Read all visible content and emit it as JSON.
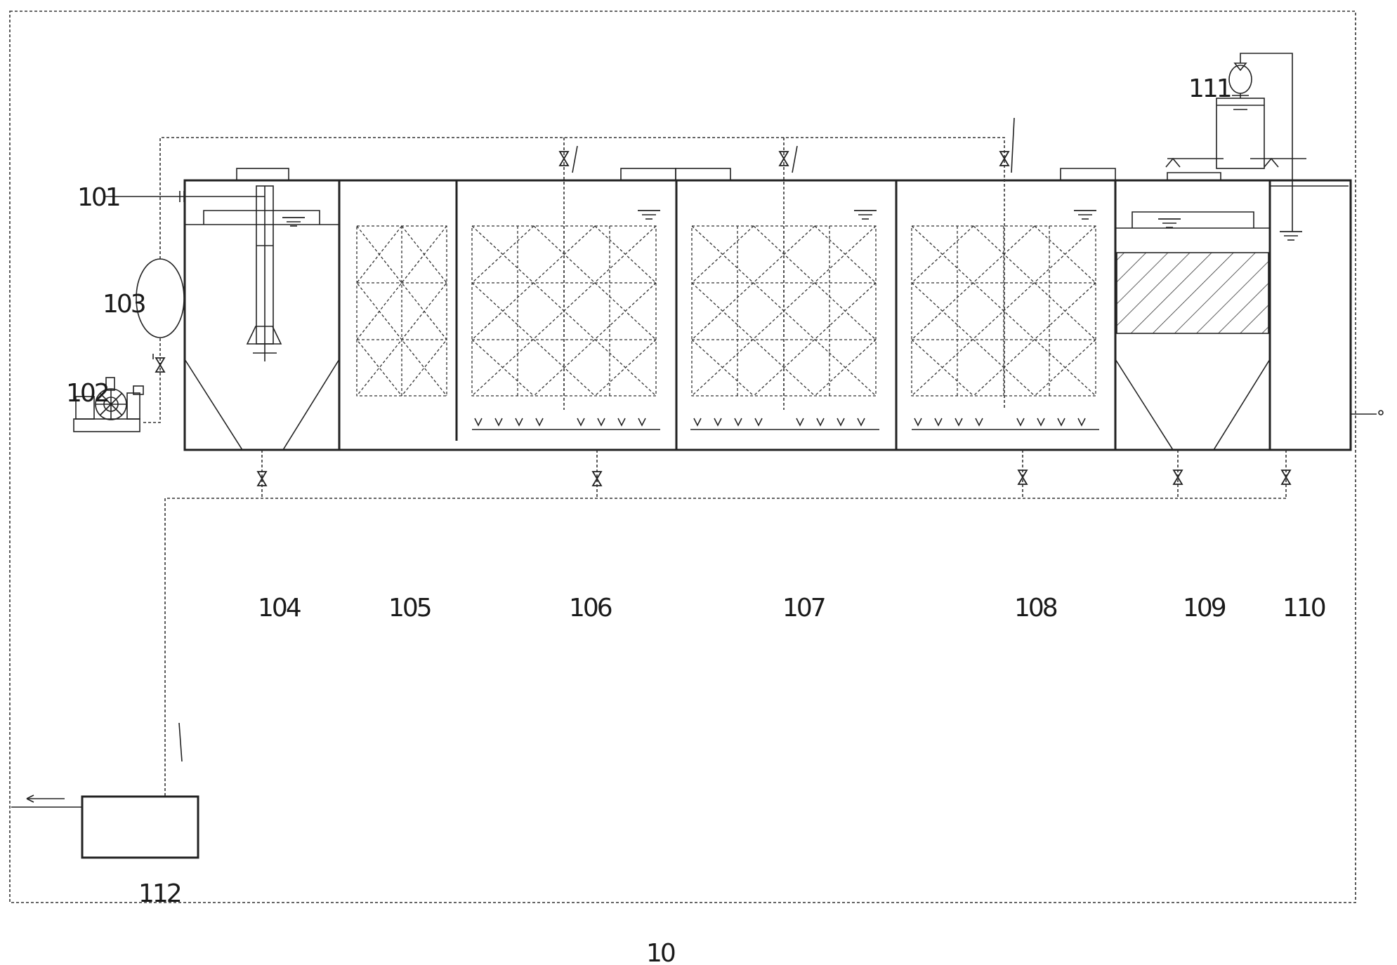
{
  "figure": {
    "id_label": "10",
    "components": [
      {
        "key": "inlet_pipe",
        "label": "101"
      },
      {
        "key": "pump",
        "label": "102"
      },
      {
        "key": "tank_103",
        "label": "103"
      },
      {
        "key": "settling_tank",
        "label": "104"
      },
      {
        "key": "filter_chamber_1",
        "label": "105"
      },
      {
        "key": "bio_tank_1",
        "label": "106"
      },
      {
        "key": "bio_tank_2",
        "label": "107"
      },
      {
        "key": "bio_tank_3",
        "label": "108"
      },
      {
        "key": "sedimentation_tank",
        "label": "109"
      },
      {
        "key": "outlet_chamber",
        "label": "110"
      },
      {
        "key": "dosing_unit",
        "label": "111"
      },
      {
        "key": "sludge_tank",
        "label": "112"
      }
    ]
  }
}
